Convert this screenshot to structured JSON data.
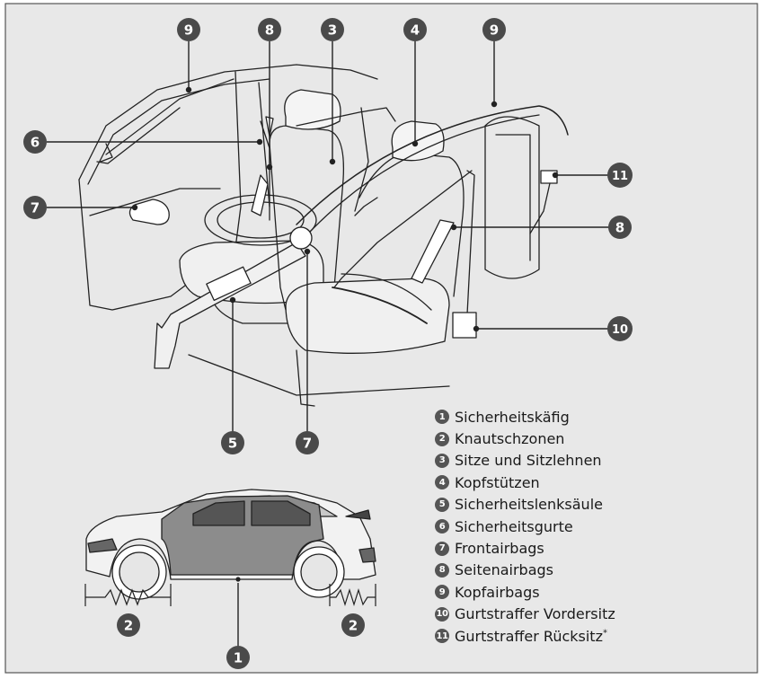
{
  "colors": {
    "panel": "#e8e8e8",
    "callout": "#4a4a4a",
    "line": "#2a2a2a",
    "car_dark": "#8c8c8c"
  },
  "callouts": {
    "c9a": "9",
    "c8a": "8",
    "c3": "3",
    "c4": "4",
    "c9b": "9",
    "c6": "6",
    "c7a": "7",
    "c11": "11",
    "c8b": "8",
    "c10": "10",
    "c5": "5",
    "c7b": "7",
    "c2a": "2",
    "c2b": "2",
    "c1": "1"
  },
  "legend": [
    {
      "num": "1",
      "text": "Sicherheitskäfig",
      "mark": ""
    },
    {
      "num": "2",
      "text": "Knautschzonen",
      "mark": ""
    },
    {
      "num": "3",
      "text": "Sitze und Sitzlehnen",
      "mark": ""
    },
    {
      "num": "4",
      "text": "Kopfstützen",
      "mark": ""
    },
    {
      "num": "5",
      "text": "Sicherheitslenksäule",
      "mark": ""
    },
    {
      "num": "6",
      "text": "Sicherheitsgurte",
      "mark": ""
    },
    {
      "num": "7",
      "text": "Frontairbags",
      "mark": ""
    },
    {
      "num": "8",
      "text": "Seitenairbags",
      "mark": ""
    },
    {
      "num": "9",
      "text": "Kopfairbags",
      "mark": ""
    },
    {
      "num": "10",
      "text": "Gurtstraffer Vordersitz",
      "mark": ""
    },
    {
      "num": "11",
      "text": "Gurtstraffer Rücksitz",
      "mark": "*"
    }
  ]
}
